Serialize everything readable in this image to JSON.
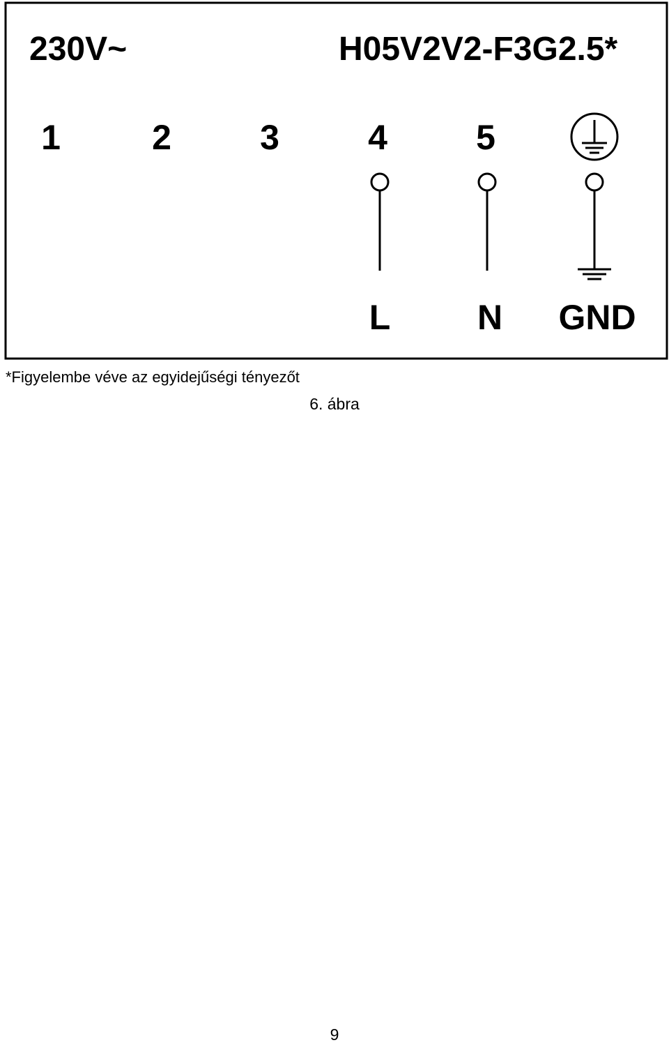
{
  "diagram": {
    "voltage_label": "230V~",
    "cable_label": "H05V2V2-F3G2.5*",
    "terminals": [
      {
        "number": "1"
      },
      {
        "number": "2"
      },
      {
        "number": "3"
      },
      {
        "number": "4",
        "label": "L"
      },
      {
        "number": "5",
        "label": "N"
      },
      {
        "number": "",
        "symbol": "earth-symbol",
        "label": "GND"
      }
    ]
  },
  "footnote": "*Figyelembe véve az egyidejűségi tényezőt",
  "caption": "6. ábra",
  "page_number": "9"
}
